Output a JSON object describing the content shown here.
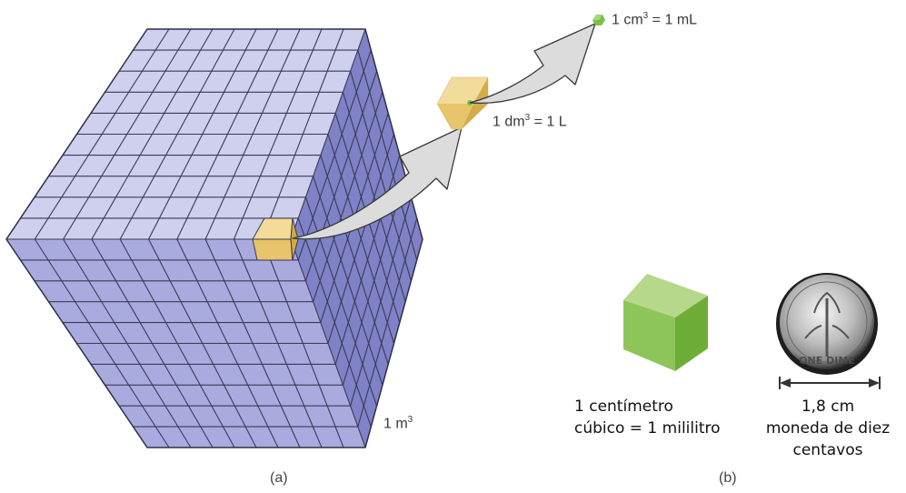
{
  "panel_a": {
    "label": "(a)",
    "big_cube_label": "1 m",
    "big_cube_exp": "3",
    "liter_label": "1 dm",
    "liter_exp": "3",
    "liter_suffix": " = 1 L",
    "ml_label_prefix": "1 cm",
    "ml_exp": "3",
    "ml_suffix": " = 1 mL",
    "colors": {
      "cube_top": "#cfd0ee",
      "cube_front": "#a9abdf",
      "cube_side": "#7f82c6",
      "grid": "#3a3a55",
      "dm_cube": "#e8c46a",
      "cm_cube": "#7cc04b",
      "arrow": "#dcdcdc"
    }
  },
  "panel_b": {
    "label": "(b)",
    "cube_caption_line1": "1 centímetro",
    "cube_caption_line2": "cúbico = 1 mililitro",
    "dime_size": "1,8 cm",
    "dime_caption_line1": "moneda de diez",
    "dime_caption_line2": "centavos",
    "dime_text": "ONE DIME",
    "colors": {
      "cube": "#7cc04b",
      "coin": "#c9c9c9"
    }
  }
}
